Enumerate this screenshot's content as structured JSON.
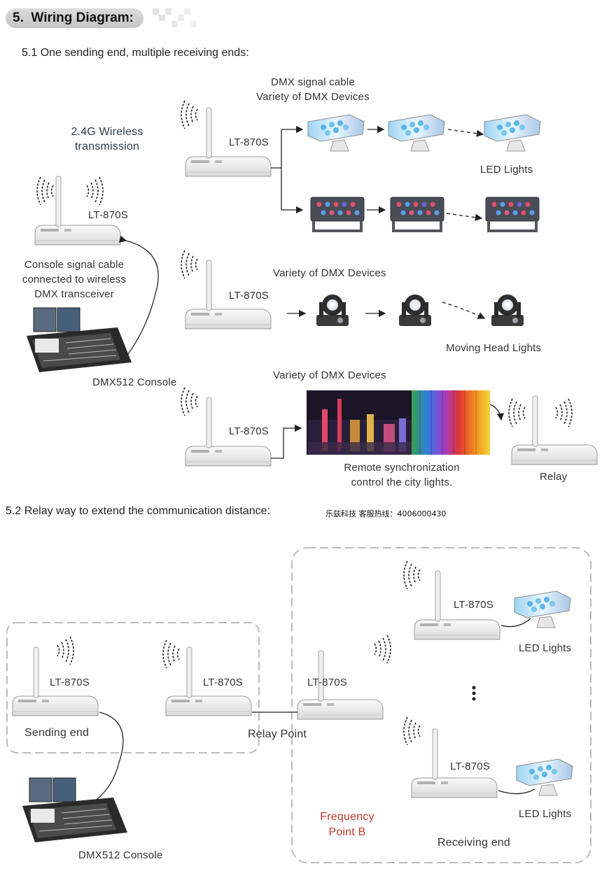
{
  "header": {
    "number": "5.",
    "title": "Wiring Diagram:"
  },
  "s1": {
    "heading": "5.1  One sending end, multiple receiving ends:",
    "wireless": [
      "2.4G Wireless",
      "transmission"
    ],
    "console_note": [
      "Console signal cable",
      "connected to wireless",
      "DMX transceiver"
    ],
    "console": "DMX512 Console",
    "transmitter": "LT-870S",
    "dmx_cable": "DMX signal cable",
    "devices": "Variety of DMX Devices",
    "led_lights": "LED Lights",
    "moving_heads": "Moving Head Lights",
    "remote": [
      "Remote synchronization",
      "control the city lights."
    ],
    "relay": "Relay"
  },
  "s2": {
    "heading": "5.2  Relay way to extend the communication distance:",
    "hotline": "乐兹科技 客服热线：4006000430",
    "device": "LT-870S",
    "sending_end": "Sending end",
    "relay_point": "Relay Point",
    "led_lights": "LED Lights",
    "frequency": [
      "Frequency",
      "Point B"
    ],
    "receiving_end": "Receiving end",
    "console": "DMX512 Console"
  },
  "colors": {
    "pill": "#c8c8c8",
    "red_label": "#c0392b",
    "dashed_frame": "#bdbdbd"
  }
}
